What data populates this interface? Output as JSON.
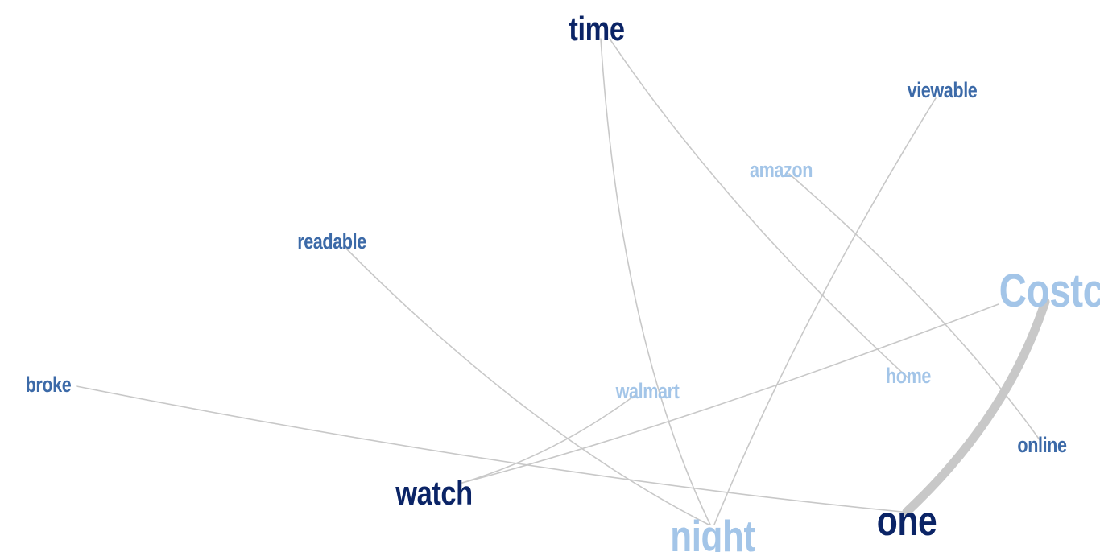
{
  "colors": {
    "edge": "#c8c8c8",
    "dark": "#0b2466",
    "medium": "#3c6aa8",
    "light": "#a3c5e8"
  },
  "nodes": [
    {
      "id": "time",
      "label": "time",
      "shade": "dark"
    },
    {
      "id": "viewable",
      "label": "viewable",
      "shade": "medium"
    },
    {
      "id": "amazon",
      "label": "amazon",
      "shade": "light"
    },
    {
      "id": "readable",
      "label": "readable",
      "shade": "medium"
    },
    {
      "id": "costco",
      "label": "Costco",
      "shade": "light"
    },
    {
      "id": "broke",
      "label": "broke",
      "shade": "medium"
    },
    {
      "id": "walmart",
      "label": "walmart",
      "shade": "light"
    },
    {
      "id": "home",
      "label": "home",
      "shade": "light"
    },
    {
      "id": "online",
      "label": "online",
      "shade": "medium"
    },
    {
      "id": "watch",
      "label": "watch",
      "shade": "dark"
    },
    {
      "id": "night",
      "label": "night",
      "shade": "light"
    },
    {
      "id": "one",
      "label": "one",
      "shade": "dark"
    }
  ],
  "edges": [
    {
      "source": "time",
      "target": "night",
      "weight": 1
    },
    {
      "source": "time",
      "target": "home",
      "weight": 1
    },
    {
      "source": "viewable",
      "target": "night",
      "weight": 1
    },
    {
      "source": "amazon",
      "target": "online",
      "weight": 1
    },
    {
      "source": "readable",
      "target": "night",
      "weight": 1
    },
    {
      "source": "broke",
      "target": "one",
      "weight": 1
    },
    {
      "source": "walmart",
      "target": "watch",
      "weight": 1
    },
    {
      "source": "costco",
      "target": "watch",
      "weight": 1
    },
    {
      "source": "costco",
      "target": "one",
      "weight": 5
    }
  ]
}
